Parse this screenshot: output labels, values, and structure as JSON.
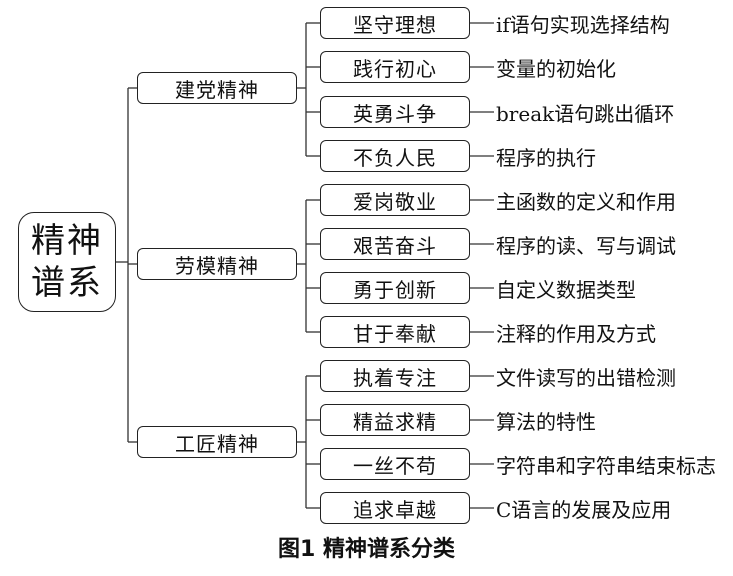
{
  "root": {
    "label": "精神谱系"
  },
  "categories": [
    {
      "label": "建党精神",
      "items": [
        {
          "label": "坚守理想",
          "desc": "if语句实现选择结构"
        },
        {
          "label": "践行初心",
          "desc": "变量的初始化"
        },
        {
          "label": "英勇斗争",
          "desc": "break语句跳出循环"
        },
        {
          "label": "不负人民",
          "desc": "程序的执行"
        }
      ]
    },
    {
      "label": "劳模精神",
      "items": [
        {
          "label": "爱岗敬业",
          "desc": "主函数的定义和作用"
        },
        {
          "label": "艰苦奋斗",
          "desc": "程序的读、写与调试"
        },
        {
          "label": "勇于创新",
          "desc": "自定义数据类型"
        },
        {
          "label": "甘于奉献",
          "desc": "注释的作用及方式"
        }
      ]
    },
    {
      "label": "工匠精神",
      "items": [
        {
          "label": "执着专注",
          "desc": "文件读写的出错检测"
        },
        {
          "label": "精益求精",
          "desc": "算法的特性"
        },
        {
          "label": "一丝不苟",
          "desc": "字符串和字符串结束标志"
        },
        {
          "label": "追求卓越",
          "desc": "C语言的发展及应用"
        }
      ]
    }
  ],
  "caption": "图1  精神谱系分类"
}
